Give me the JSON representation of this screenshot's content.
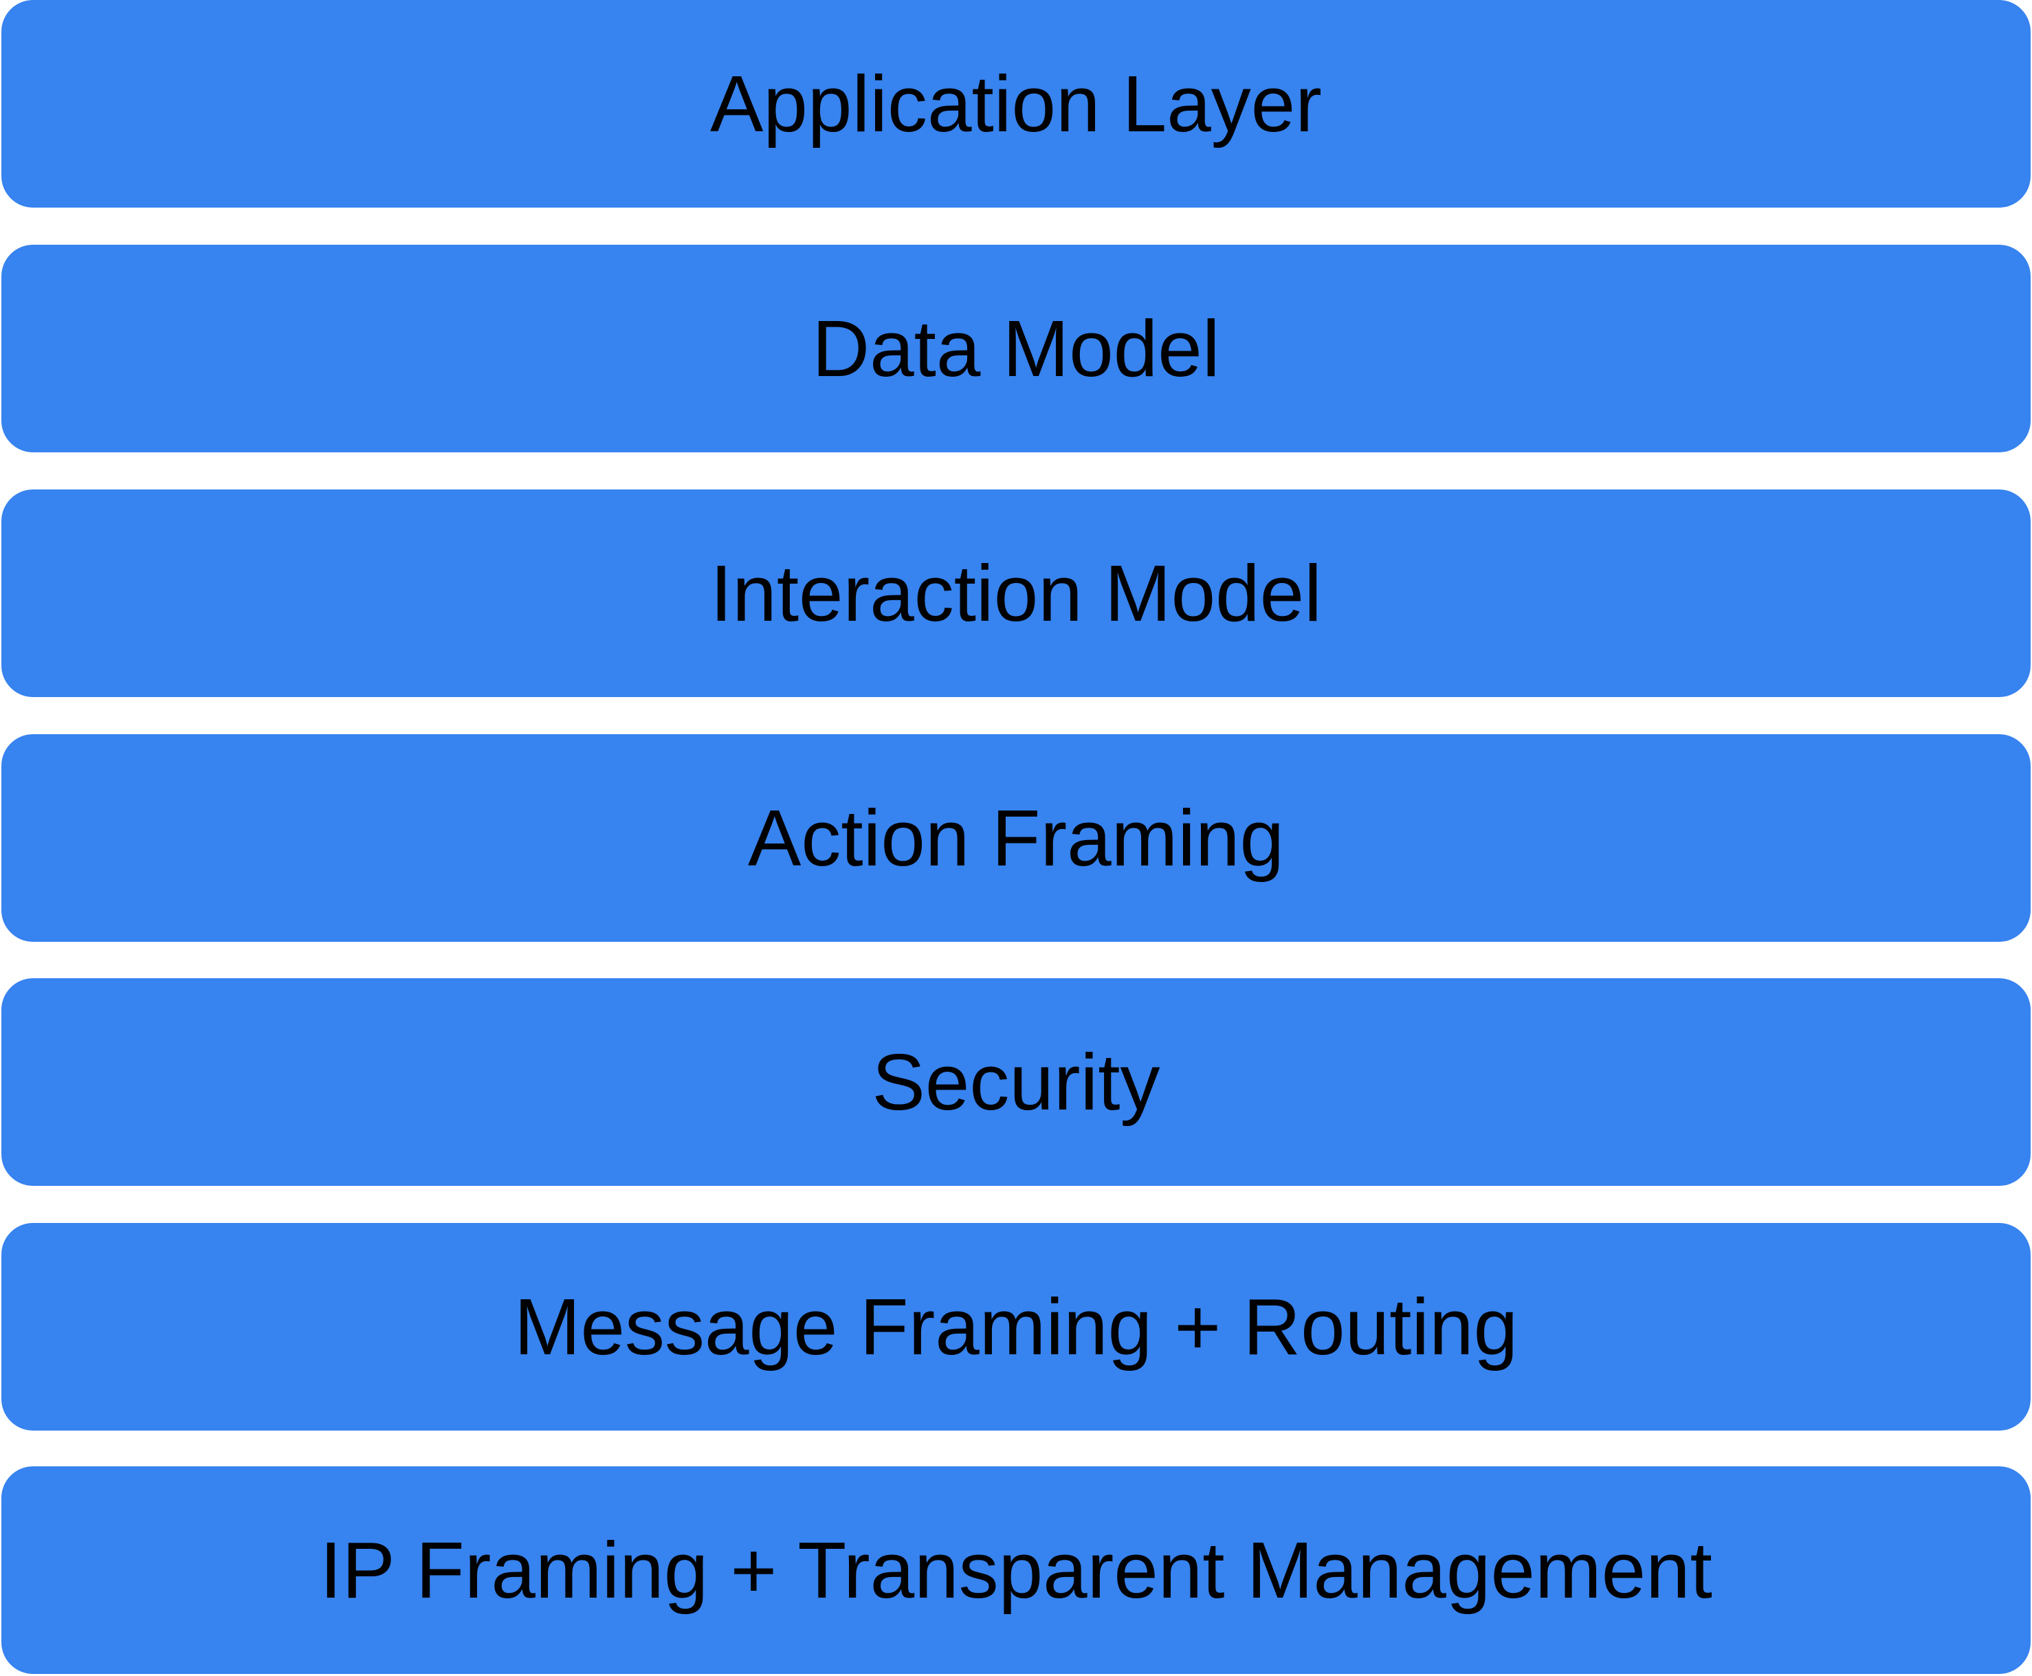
{
  "diagram": {
    "fill_color": "#3783ef",
    "text_color": "#000000",
    "layers": [
      {
        "label": "Application Layer"
      },
      {
        "label": "Data Model"
      },
      {
        "label": "Interaction Model"
      },
      {
        "label": "Action Framing"
      },
      {
        "label": "Security"
      },
      {
        "label": "Message Framing + Routing"
      },
      {
        "label": "IP Framing + Transparent Management"
      }
    ]
  }
}
